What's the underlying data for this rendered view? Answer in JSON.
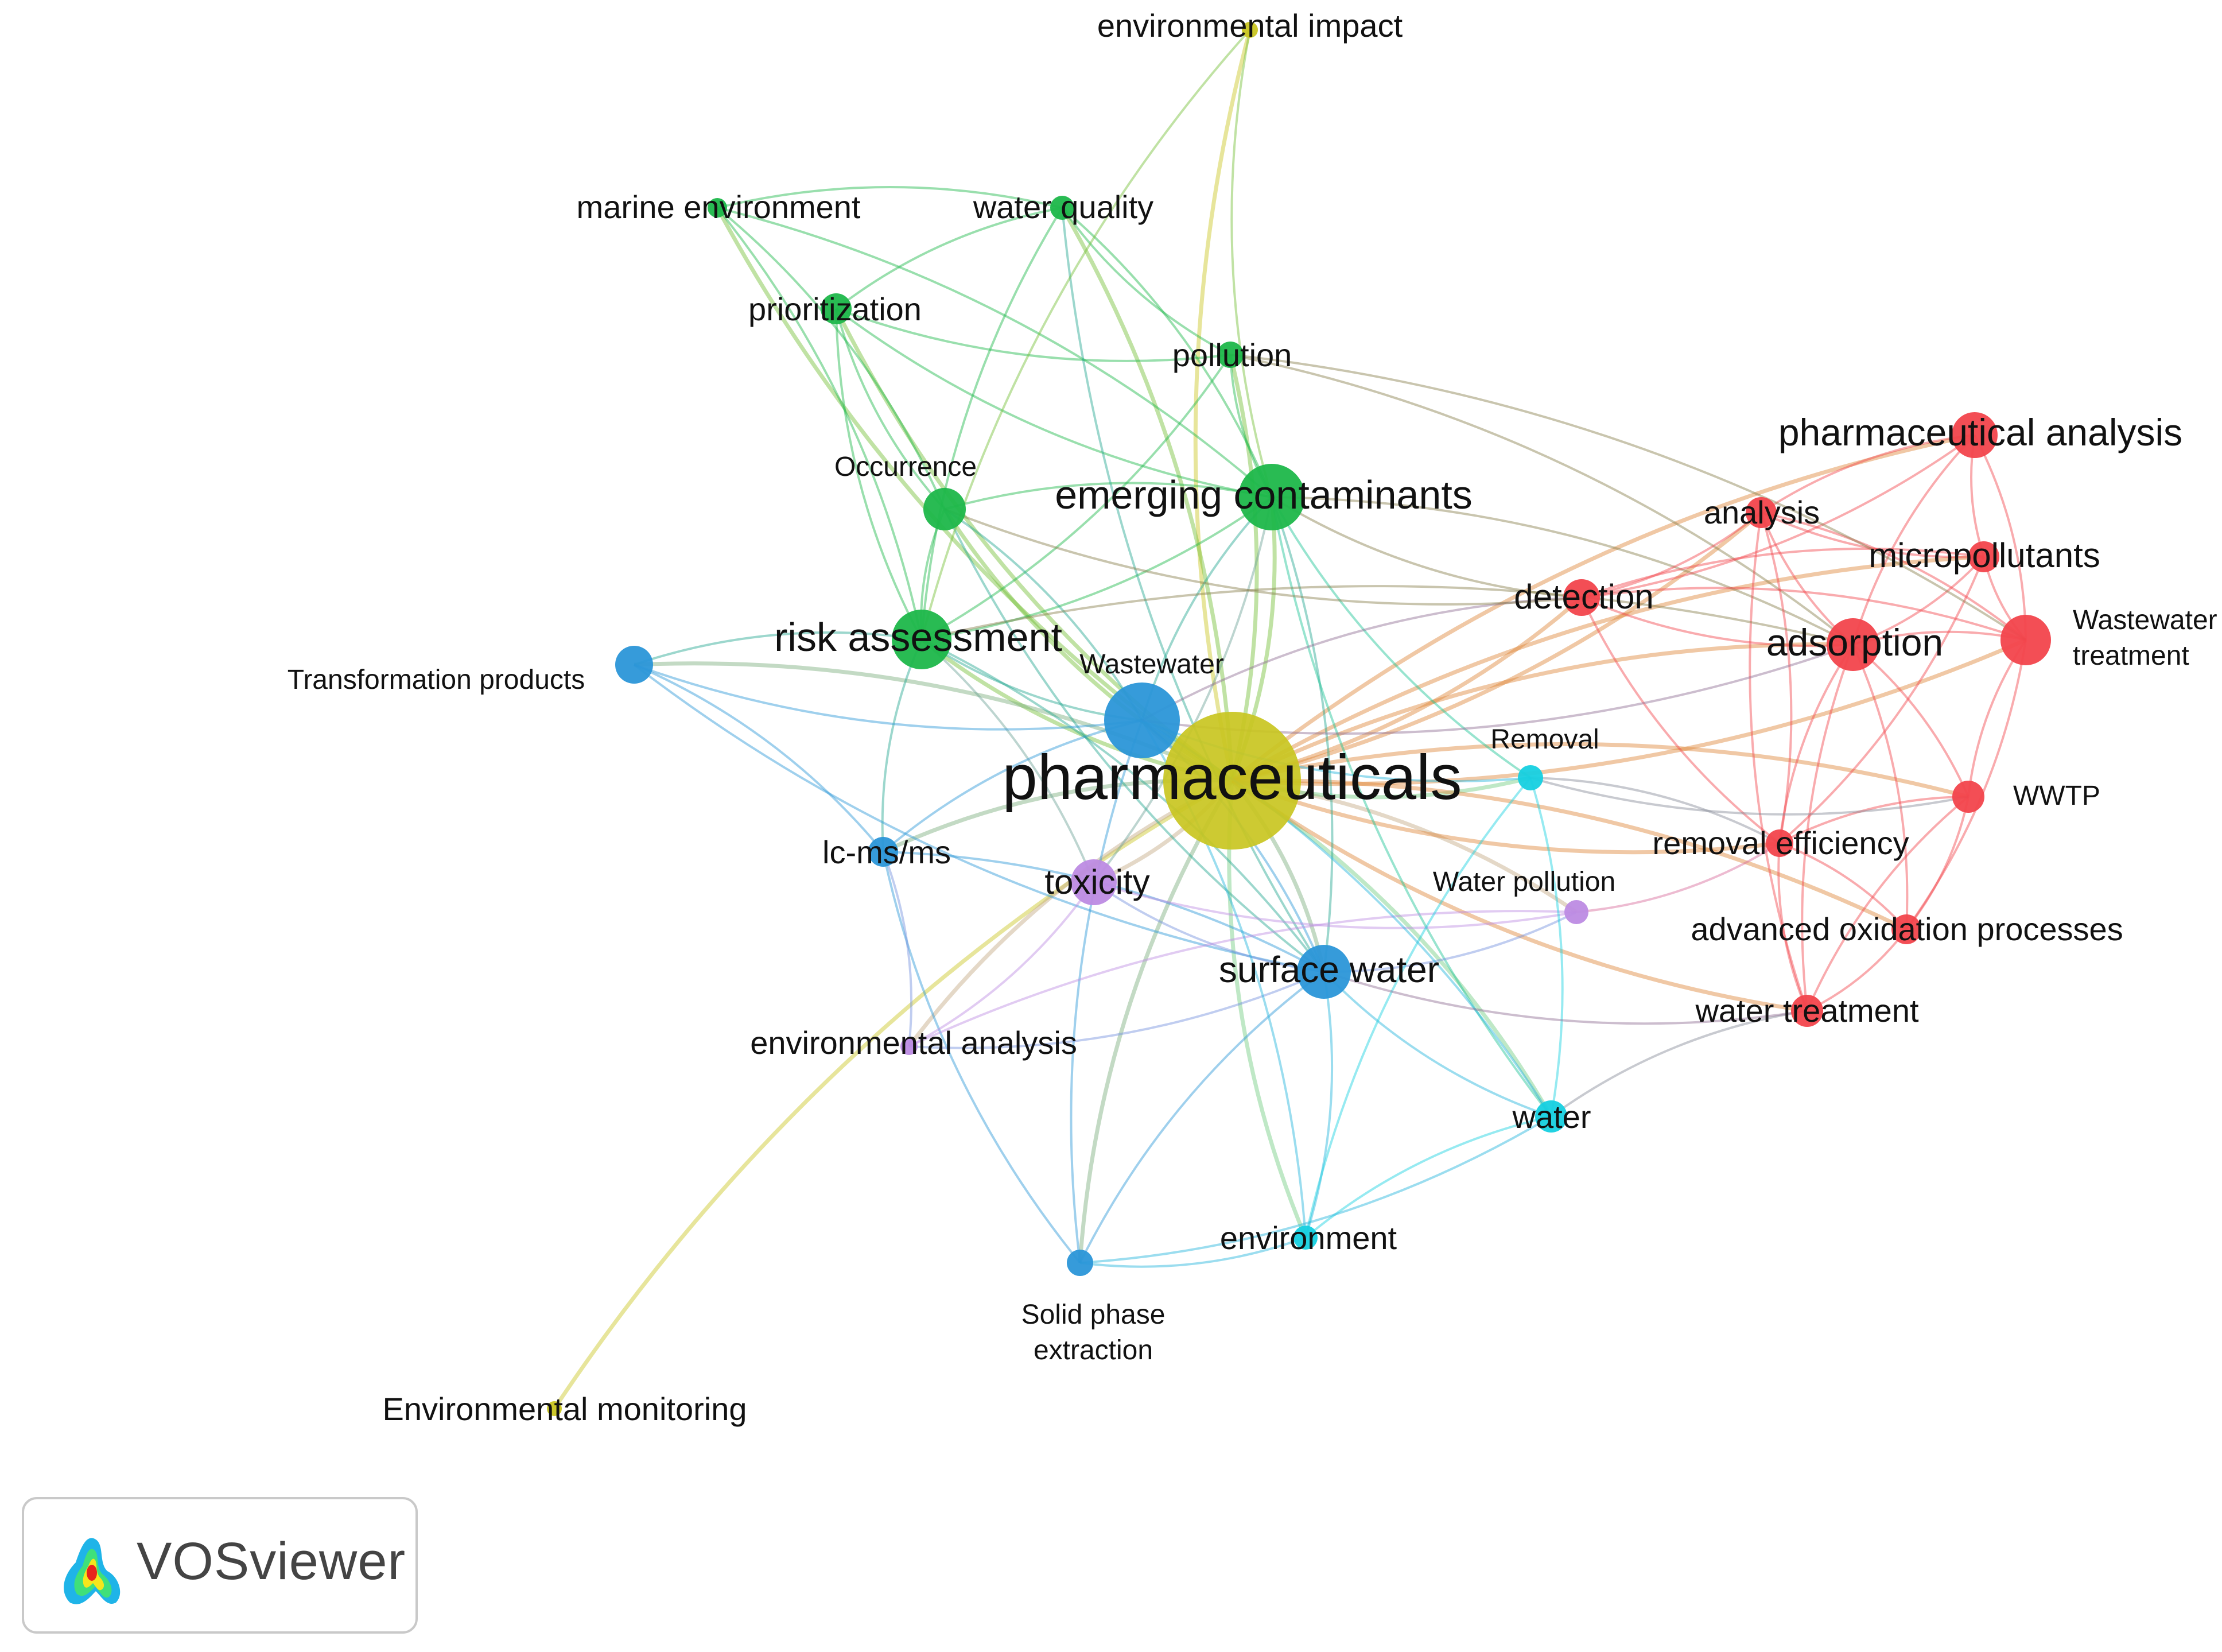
{
  "diagram": {
    "type": "network",
    "nodes": [
      {
        "id": "pharmaceuticals",
        "label": "pharmaceuticals",
        "cluster": "yellow"
      },
      {
        "id": "environmental_impact",
        "label": "environmental impact",
        "cluster": "yellow"
      },
      {
        "id": "environmental_monitoring",
        "label": "Environmental monitoring",
        "cluster": "yellow"
      },
      {
        "id": "marine_environment",
        "label": "marine environment",
        "cluster": "green"
      },
      {
        "id": "water_quality",
        "label": "water quality",
        "cluster": "green"
      },
      {
        "id": "prioritization",
        "label": "prioritization",
        "cluster": "green"
      },
      {
        "id": "pollution",
        "label": "pollution",
        "cluster": "green"
      },
      {
        "id": "occurrence",
        "label": "Occurrence",
        "cluster": "green"
      },
      {
        "id": "emerging_contaminants",
        "label": "emerging contaminants",
        "cluster": "green"
      },
      {
        "id": "risk_assessment",
        "label": "risk assessment",
        "cluster": "green"
      },
      {
        "id": "transformation_products",
        "label": "Transformation products",
        "cluster": "blue"
      },
      {
        "id": "wastewater",
        "label": "Wastewater",
        "cluster": "blue"
      },
      {
        "id": "lcmsms",
        "label": "lc-ms/ms",
        "cluster": "blue"
      },
      {
        "id": "surface_water",
        "label": "surface water",
        "cluster": "blue"
      },
      {
        "id": "solid_phase_extraction",
        "label": "Solid phase extraction",
        "cluster": "blue"
      },
      {
        "id": "toxicity",
        "label": "toxicity",
        "cluster": "purple"
      },
      {
        "id": "environmental_analysis",
        "label": "environmental analysis",
        "cluster": "purple"
      },
      {
        "id": "water_pollution",
        "label": "Water pollution",
        "cluster": "purple"
      },
      {
        "id": "removal",
        "label": "Removal",
        "cluster": "cyan"
      },
      {
        "id": "water",
        "label": "water",
        "cluster": "cyan"
      },
      {
        "id": "environment",
        "label": "environment",
        "cluster": "cyan"
      },
      {
        "id": "pharmaceutical_analysis",
        "label": "pharmaceutical analysis",
        "cluster": "red"
      },
      {
        "id": "analysis",
        "label": "analysis",
        "cluster": "red"
      },
      {
        "id": "micropollutants",
        "label": "micropollutants",
        "cluster": "red"
      },
      {
        "id": "detection",
        "label": "detection",
        "cluster": "red"
      },
      {
        "id": "adsorption",
        "label": "adsorption",
        "cluster": "red"
      },
      {
        "id": "wastewater_treatment",
        "label": "Wastewater treatment",
        "cluster": "red"
      },
      {
        "id": "wwtp",
        "label": "WWTP",
        "cluster": "red"
      },
      {
        "id": "removal_efficiency",
        "label": "removal efficiency",
        "cluster": "red"
      },
      {
        "id": "advanced_oxidation",
        "label": "advanced oxidation processes",
        "cluster": "red"
      },
      {
        "id": "water_treatment",
        "label": "water treatment",
        "cluster": "red"
      }
    ],
    "edges": [
      [
        "pharmaceuticals",
        "environmental_impact"
      ],
      [
        "pharmaceuticals",
        "environmental_monitoring"
      ],
      [
        "pharmaceuticals",
        "marine_environment"
      ],
      [
        "pharmaceuticals",
        "water_quality"
      ],
      [
        "pharmaceuticals",
        "prioritization"
      ],
      [
        "pharmaceuticals",
        "pollution"
      ],
      [
        "pharmaceuticals",
        "occurrence"
      ],
      [
        "pharmaceuticals",
        "emerging_contaminants"
      ],
      [
        "pharmaceuticals",
        "risk_assessment"
      ],
      [
        "pharmaceuticals",
        "transformation_products"
      ],
      [
        "pharmaceuticals",
        "wastewater"
      ],
      [
        "pharmaceuticals",
        "lcmsms"
      ],
      [
        "pharmaceuticals",
        "surface_water"
      ],
      [
        "pharmaceuticals",
        "solid_phase_extraction"
      ],
      [
        "pharmaceuticals",
        "toxicity"
      ],
      [
        "pharmaceuticals",
        "environmental_analysis"
      ],
      [
        "pharmaceuticals",
        "water_pollution"
      ],
      [
        "pharmaceuticals",
        "removal"
      ],
      [
        "pharmaceuticals",
        "water"
      ],
      [
        "pharmaceuticals",
        "environment"
      ],
      [
        "pharmaceuticals",
        "pharmaceutical_analysis"
      ],
      [
        "pharmaceuticals",
        "analysis"
      ],
      [
        "pharmaceuticals",
        "micropollutants"
      ],
      [
        "pharmaceuticals",
        "detection"
      ],
      [
        "pharmaceuticals",
        "adsorption"
      ],
      [
        "pharmaceuticals",
        "wastewater_treatment"
      ],
      [
        "pharmaceuticals",
        "wwtp"
      ],
      [
        "pharmaceuticals",
        "removal_efficiency"
      ],
      [
        "pharmaceuticals",
        "advanced_oxidation"
      ],
      [
        "pharmaceuticals",
        "water_treatment"
      ],
      [
        "emerging_contaminants",
        "environmental_impact"
      ],
      [
        "emerging_contaminants",
        "water_quality"
      ],
      [
        "emerging_contaminants",
        "pollution"
      ],
      [
        "emerging_contaminants",
        "marine_environment"
      ],
      [
        "emerging_contaminants",
        "prioritization"
      ],
      [
        "emerging_contaminants",
        "occurrence"
      ],
      [
        "emerging_contaminants",
        "risk_assessment"
      ],
      [
        "emerging_contaminants",
        "wastewater"
      ],
      [
        "emerging_contaminants",
        "surface_water"
      ],
      [
        "emerging_contaminants",
        "water"
      ],
      [
        "emerging_contaminants",
        "adsorption"
      ],
      [
        "emerging_contaminants",
        "detection"
      ],
      [
        "emerging_contaminants",
        "toxicity"
      ],
      [
        "emerging_contaminants",
        "removal"
      ],
      [
        "risk_assessment",
        "prioritization"
      ],
      [
        "risk_assessment",
        "marine_environment"
      ],
      [
        "risk_assessment",
        "occurrence"
      ],
      [
        "risk_assessment",
        "wastewater"
      ],
      [
        "risk_assessment",
        "surface_water"
      ],
      [
        "risk_assessment",
        "transformation_products"
      ],
      [
        "risk_assessment",
        "toxicity"
      ],
      [
        "risk_assessment",
        "lcmsms"
      ],
      [
        "risk_assessment",
        "water_quality"
      ],
      [
        "risk_assessment",
        "pollution"
      ],
      [
        "occurrence",
        "prioritization"
      ],
      [
        "occurrence",
        "marine_environment"
      ],
      [
        "occurrence",
        "wastewater"
      ],
      [
        "occurrence",
        "surface_water"
      ],
      [
        "prioritization",
        "water_quality"
      ],
      [
        "prioritization",
        "pollution"
      ],
      [
        "marine_environment",
        "water_quality"
      ],
      [
        "water_quality",
        "pollution"
      ],
      [
        "pollution",
        "adsorption"
      ],
      [
        "water_quality",
        "surface_water"
      ],
      [
        "wastewater",
        "transformation_products"
      ],
      [
        "wastewater",
        "lcmsms"
      ],
      [
        "wastewater",
        "surface_water"
      ],
      [
        "wastewater",
        "solid_phase_extraction"
      ],
      [
        "transformation_products",
        "lcmsms"
      ],
      [
        "transformation_products",
        "surface_water"
      ],
      [
        "lcmsms",
        "surface_water"
      ],
      [
        "lcmsms",
        "solid_phase_extraction"
      ],
      [
        "lcmsms",
        "environmental_analysis"
      ],
      [
        "surface_water",
        "solid_phase_extraction"
      ],
      [
        "surface_water",
        "environment"
      ],
      [
        "surface_water",
        "water"
      ],
      [
        "surface_water",
        "toxicity"
      ],
      [
        "surface_water",
        "water_pollution"
      ],
      [
        "toxicity",
        "environmental_analysis"
      ],
      [
        "toxicity",
        "water_pollution"
      ],
      [
        "environmental_analysis",
        "water_pollution"
      ],
      [
        "environmental_analysis",
        "surface_water"
      ],
      [
        "removal",
        "water"
      ],
      [
        "removal",
        "environment"
      ],
      [
        "removal",
        "wastewater"
      ],
      [
        "water",
        "environment"
      ],
      [
        "water",
        "solid_phase_extraction"
      ],
      [
        "water",
        "wastewater"
      ],
      [
        "environment",
        "solid_phase_extraction"
      ],
      [
        "environment",
        "wastewater"
      ],
      [
        "analysis",
        "pharmaceutical_analysis"
      ],
      [
        "analysis",
        "micropollutants"
      ],
      [
        "analysis",
        "detection"
      ],
      [
        "analysis",
        "adsorption"
      ],
      [
        "analysis",
        "removal_efficiency"
      ],
      [
        "analysis",
        "water_treatment"
      ],
      [
        "analysis",
        "wastewater_treatment"
      ],
      [
        "pharmaceutical_analysis",
        "micropollutants"
      ],
      [
        "pharmaceutical_analysis",
        "wastewater_treatment"
      ],
      [
        "pharmaceutical_analysis",
        "adsorption"
      ],
      [
        "pharmaceutical_analysis",
        "detection"
      ],
      [
        "micropollutants",
        "wastewater_treatment"
      ],
      [
        "micropollutants",
        "adsorption"
      ],
      [
        "micropollutants",
        "detection"
      ],
      [
        "micropollutants",
        "removal_efficiency"
      ],
      [
        "detection",
        "adsorption"
      ],
      [
        "detection",
        "wastewater_treatment"
      ],
      [
        "detection",
        "removal_efficiency"
      ],
      [
        "adsorption",
        "wastewater_treatment"
      ],
      [
        "adsorption",
        "removal_efficiency"
      ],
      [
        "adsorption",
        "advanced_oxidation"
      ],
      [
        "adsorption",
        "water_treatment"
      ],
      [
        "adsorption",
        "wwtp"
      ],
      [
        "wastewater_treatment",
        "wwtp"
      ],
      [
        "wastewater_treatment",
        "advanced_oxidation"
      ],
      [
        "wwtp",
        "removal_efficiency"
      ],
      [
        "wwtp",
        "advanced_oxidation"
      ],
      [
        "wwtp",
        "water_treatment"
      ],
      [
        "removal_efficiency",
        "advanced_oxidation"
      ],
      [
        "removal_efficiency",
        "water_treatment"
      ],
      [
        "advanced_oxidation",
        "water_treatment"
      ],
      [
        "water_treatment",
        "water"
      ],
      [
        "water_treatment",
        "surface_water"
      ],
      [
        "removal",
        "wwtp"
      ],
      [
        "removal",
        "removal_efficiency"
      ],
      [
        "water_pollution",
        "removal_efficiency"
      ],
      [
        "wastewater",
        "detection"
      ],
      [
        "wastewater",
        "adsorption"
      ],
      [
        "risk_assessment",
        "adsorption"
      ],
      [
        "occurrence",
        "detection"
      ],
      [
        "pollution",
        "wastewater_treatment"
      ],
      [
        "environmental_impact",
        "risk_assessment"
      ]
    ]
  },
  "colors": {
    "yellow": "#c9c521",
    "green": "#1db74a",
    "blue": "#2b96d8",
    "purple": "#bd8be3",
    "cyan": "#16d0e0",
    "red": "#f2444c",
    "logo_text": "#444444"
  },
  "logo": {
    "text": "VOSviewer",
    "icon": "vosviewer-logo-icon"
  }
}
